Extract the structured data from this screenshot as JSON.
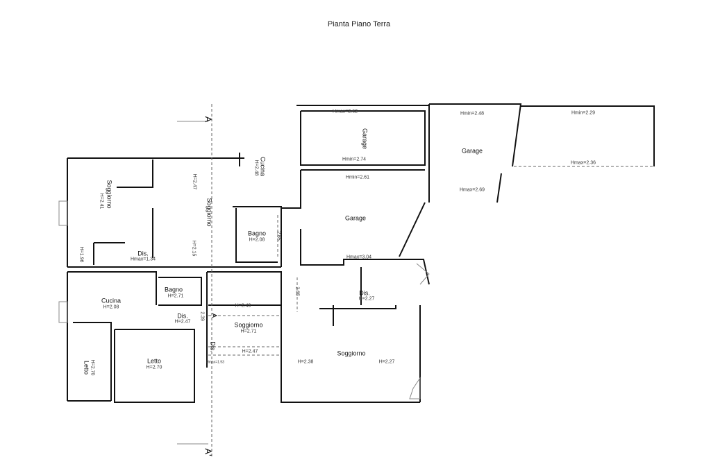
{
  "title": "Pianta Piano Terra",
  "section_marks": [
    "A",
    "A'",
    "A"
  ],
  "rooms": [
    {
      "name": "Garage",
      "hmax": "Hmax=2.62",
      "hmin": "Hmin=2.74"
    },
    {
      "name": "Garage",
      "hmin": "Hmin=2.48",
      "hmax": "Hmax=2.69"
    },
    {
      "hmin": "Hmin=2.29",
      "hmax": "Hmax=2.36"
    },
    {
      "name": "Garage",
      "hmin": "Hmin=2.61",
      "hmax": "Hmax=3.04"
    },
    {
      "name": "Soggiorno",
      "h": "H=2.41"
    },
    {
      "h": "H=2.47"
    },
    {
      "name": "Cucina",
      "h": "H=2.48"
    },
    {
      "name": "Soggiorno"
    },
    {
      "name": "Bagno",
      "h": "H=2.08"
    },
    {
      "h": "H=2.15"
    },
    {
      "name": "Dis.",
      "h": "Hmax=1.34"
    },
    {
      "h": "H=1.96"
    },
    {
      "name": "Cucina",
      "h": "H=2.08"
    },
    {
      "name": "Bagno",
      "h": "H=2.71"
    },
    {
      "name": "Dis.",
      "h": "H=2.47"
    },
    {
      "h": "H=2.49"
    },
    {
      "name": "Soggiorno",
      "h": "H=2.71"
    },
    {
      "name": "Dis."
    },
    {
      "h": "H=2.47"
    },
    {
      "name": "Letto",
      "h": "H=2.70"
    },
    {
      "name": "Letto",
      "h": "H=2.70"
    },
    {
      "name": "Dis.",
      "h": "H=2.27"
    },
    {
      "name": "Soggiorno",
      "h1": "H=2.38",
      "h2": "H=2.27"
    }
  ],
  "dims": [
    "2.65",
    "2.39",
    "2.65",
    "Hmax=1.93"
  ]
}
